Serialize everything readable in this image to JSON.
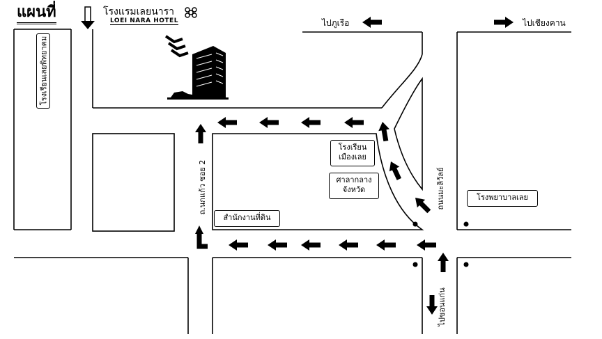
{
  "title": "แผนที่",
  "hotel": {
    "name_th": "โรงแรมเลยนารา",
    "name_en": "LOEI NARA HOTEL"
  },
  "directions": {
    "left": "ไปภูเรือ",
    "right": "ไปเชียงคาน",
    "down": "ไปขอนแก่น"
  },
  "streets": {
    "soi": "ถ.นกแก้ว ซอย 2",
    "main": "ถนนมะลิวัลย์"
  },
  "places": {
    "school_left": "โรงเรียนเลยพิทยาคม",
    "school_mid": "โรงเรียน\nเมืองเลย",
    "court": "ศาลากลาง\nจังหวัด",
    "land_office": "สำนักงานที่ดิน",
    "hospital": "โรงพยาบาลเลย"
  },
  "colors": {
    "ink": "#000000",
    "background": "#ffffff"
  }
}
